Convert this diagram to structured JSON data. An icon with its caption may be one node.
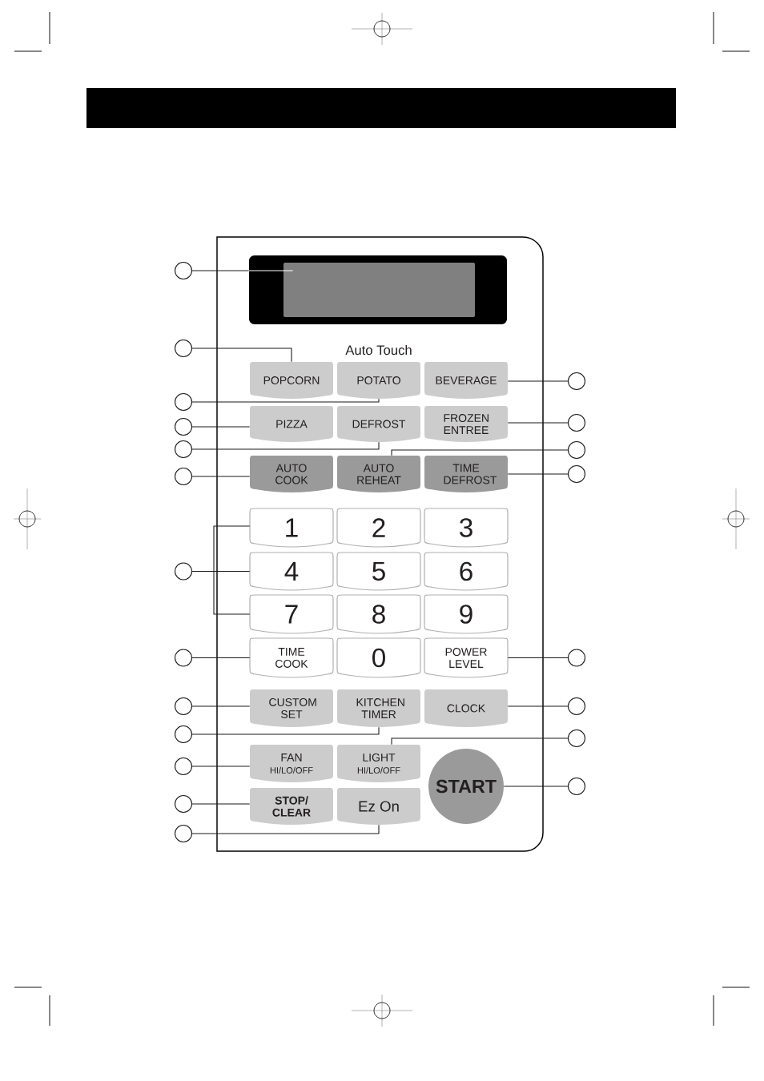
{
  "diagram": {
    "nodes": [
      {
        "text": [],
        "shape": "box"
      },
      {
        "text": [],
        "shape": "box",
        "in": 0
      },
      {
        "text": [
          "POPCORN"
        ],
        "in": 0
      },
      {
        "text": [
          "POTATO"
        ],
        "in": 0
      },
      {
        "text": [
          "BEVERAGE"
        ],
        "in": 0
      },
      {
        "text": [
          "PIZZA"
        ],
        "in": 0
      },
      {
        "text": [
          "DEFROST"
        ],
        "in": 0
      },
      {
        "text": [
          "FROZEN ENTREE"
        ],
        "in": 0
      },
      {
        "text": [
          "AUTO COOK"
        ],
        "in": 0
      },
      {
        "text": [
          "AUTO REHEAT"
        ],
        "in": 0
      },
      {
        "text": [
          "TIME DEFROST"
        ],
        "in": 0
      },
      {
        "text": [
          "1"
        ],
        "in": 0
      },
      {
        "text": [
          "2"
        ],
        "in": 0
      },
      {
        "text": [
          "3"
        ],
        "in": 0
      },
      {
        "text": [
          "4"
        ],
        "in": 0
      },
      {
        "text": [
          "5"
        ],
        "in": 0
      },
      {
        "text": [
          "6"
        ],
        "in": 0
      },
      {
        "text": [
          "7"
        ],
        "in": 0
      },
      {
        "text": [
          "8"
        ],
        "in": 0
      },
      {
        "text": [
          "9"
        ],
        "in": 0
      },
      {
        "text": [
          "TIME COOK"
        ],
        "in": 0
      },
      {
        "text": [
          "0"
        ],
        "in": 0
      },
      {
        "text": [
          "POWER LEVEL"
        ],
        "in": 0
      },
      {
        "text": [
          "CUSTOM SET"
        ],
        "in": 0
      },
      {
        "text": [
          "KITCHEN TIMER"
        ],
        "in": 0
      },
      {
        "text": [
          "CLOCK"
        ],
        "in": 0
      },
      {
        "text": [
          "FAN",
          "HI/LO/OFF"
        ],
        "in": 0
      },
      {
        "text": [
          "LIGHT",
          "HI/LO/OFF"
        ],
        "in": 0
      },
      {
        "text": [
          "START"
        ],
        "in": 0
      },
      {
        "text": [
          "STOP/ CLEAR"
        ],
        "in": 0
      },
      {
        "text": [
          "Ez On"
        ],
        "in": 0
      },
      {
        "text": [],
        "shape": "circle"
      },
      {
        "text": [],
        "shape": "circle"
      },
      {
        "text": [],
        "shape": "circle"
      },
      {
        "text": [],
        "shape": "circle"
      },
      {
        "text": [],
        "shape": "circle"
      },
      {
        "text": [],
        "shape": "circle"
      },
      {
        "text": [],
        "shape": "circle"
      },
      {
        "text": [],
        "shape": "circle"
      },
      {
        "text": [],
        "shape": "circle"
      },
      {
        "text": [],
        "shape": "circle"
      },
      {
        "text": [],
        "shape": "circle"
      },
      {
        "text": [],
        "shape": "circle"
      },
      {
        "text": [],
        "shape": "circle"
      },
      {
        "text": [],
        "shape": "circle"
      },
      {
        "text": [],
        "shape": "circle"
      },
      {
        "text": [],
        "shape": "circle"
      },
      {
        "text": [],
        "shape": "circle"
      },
      {
        "text": [],
        "shape": "circle"
      },
      {
        "text": [],
        "shape": "circle"
      },
      {
        "text": [],
        "shape": "circle"
      },
      {
        "text": [],
        "shape": "circle"
      },
      {
        "text": [],
        "shape": "bar"
      }
    ],
    "edges": [
      {
        "from": 31,
        "to": 1,
        "arrow": "none"
      },
      {
        "from": 32,
        "to": 2,
        "arrow": "none"
      },
      {
        "from": 33,
        "to": 3,
        "arrow": "none"
      },
      {
        "from": 34,
        "to": 5,
        "arrow": "none"
      },
      {
        "from": 35,
        "to": 6,
        "arrow": "none"
      },
      {
        "from": 36,
        "to": 8,
        "arrow": "none"
      },
      {
        "from": 37,
        "to": 11,
        "arrow": "none"
      },
      {
        "from": 37,
        "to": 14,
        "arrow": "none"
      },
      {
        "from": 37,
        "to": 17,
        "arrow": "none"
      },
      {
        "from": 38,
        "to": 20,
        "arrow": "none"
      },
      {
        "from": 39,
        "to": 23,
        "arrow": "none"
      },
      {
        "from": 40,
        "to": 24,
        "arrow": "none"
      },
      {
        "from": 41,
        "to": 26,
        "arrow": "none"
      },
      {
        "from": 42,
        "to": 29,
        "arrow": "none"
      },
      {
        "from": 43,
        "to": 30,
        "arrow": "none"
      },
      {
        "from": 44,
        "to": 4,
        "arrow": "none"
      },
      {
        "from": 45,
        "to": 7,
        "arrow": "none"
      },
      {
        "from": 46,
        "to": 9,
        "arrow": "none"
      },
      {
        "from": 47,
        "to": 10,
        "arrow": "none"
      },
      {
        "from": 48,
        "to": 22,
        "arrow": "none"
      },
      {
        "from": 49,
        "to": 25,
        "arrow": "none"
      },
      {
        "from": 50,
        "to": 27,
        "arrow": "none"
      },
      {
        "from": 51,
        "to": 28,
        "arrow": "none"
      }
    ],
    "labels": [
      "Auto Touch"
    ]
  }
}
